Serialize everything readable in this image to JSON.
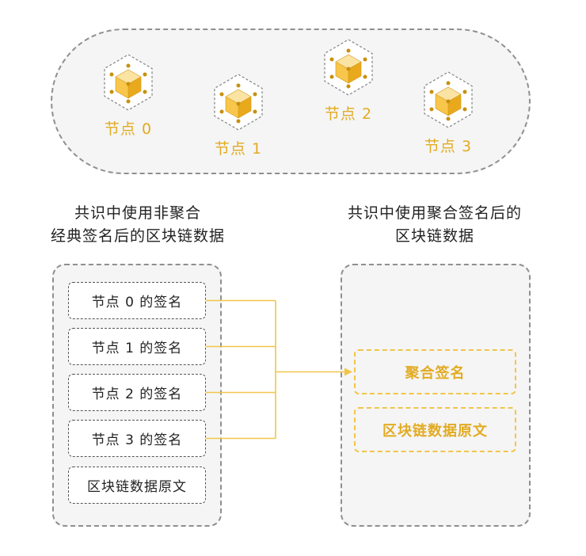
{
  "nodes": [
    {
      "label": "节点 0"
    },
    {
      "label": "节点 1"
    },
    {
      "label": "节点 2"
    },
    {
      "label": "节点 3"
    }
  ],
  "left_heading": {
    "line1": "共识中使用非聚合",
    "line2": "经典签名后的区块链数据"
  },
  "right_heading": {
    "line1": "共识中使用聚合签名后的",
    "line2": "区块链数据"
  },
  "left_items": [
    {
      "label": "节点 0 的签名"
    },
    {
      "label": "节点 1 的签名"
    },
    {
      "label": "节点 2 的签名"
    },
    {
      "label": "节点 3 的签名"
    },
    {
      "label": "区块链数据原文"
    }
  ],
  "right_items": [
    {
      "label": "聚合签名"
    },
    {
      "label": "区块链数据原文"
    }
  ],
  "colors": {
    "accent": "#e2ab22",
    "connector": "#f1c54a",
    "panel_bg": "#f5f5f5",
    "border": "#8f8f8f"
  }
}
